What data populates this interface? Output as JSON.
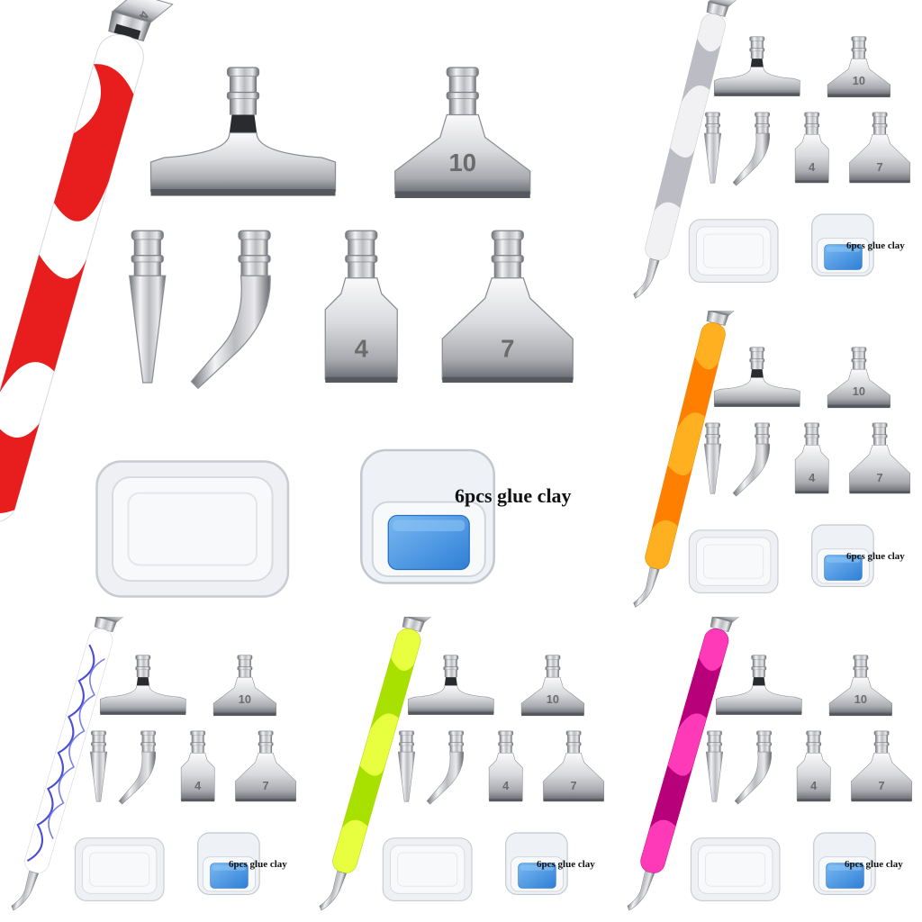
{
  "caption": "6pcs glue clay",
  "tip_numbers": {
    "wide": "10",
    "small": "4",
    "medium": "7",
    "pen_tip": "4"
  },
  "colors": {
    "background": "#ffffff",
    "metal_light": "#f2f2f4",
    "metal_mid": "#b7b9bd",
    "metal_dark": "#5d6066",
    "clay": "#3d8fe0",
    "case": "#e7eaee"
  },
  "variants": [
    {
      "id": "red",
      "handle_base": "#ffffff",
      "handle_accent": "#e81e1e"
    },
    {
      "id": "grey",
      "handle_base": "#f1f1f3",
      "handle_accent": "#bcbcc4"
    },
    {
      "id": "orange",
      "handle_base": "#ffb020",
      "handle_accent": "#ff7f00"
    },
    {
      "id": "blue-swirl",
      "handle_base": "#ffffff",
      "handle_accent": "#4a4ed6"
    },
    {
      "id": "lime",
      "handle_base": "#e8ff40",
      "handle_accent": "#a8e000"
    },
    {
      "id": "magenta",
      "handle_base": "#ff3ab8",
      "handle_accent": "#b8007a"
    }
  ]
}
